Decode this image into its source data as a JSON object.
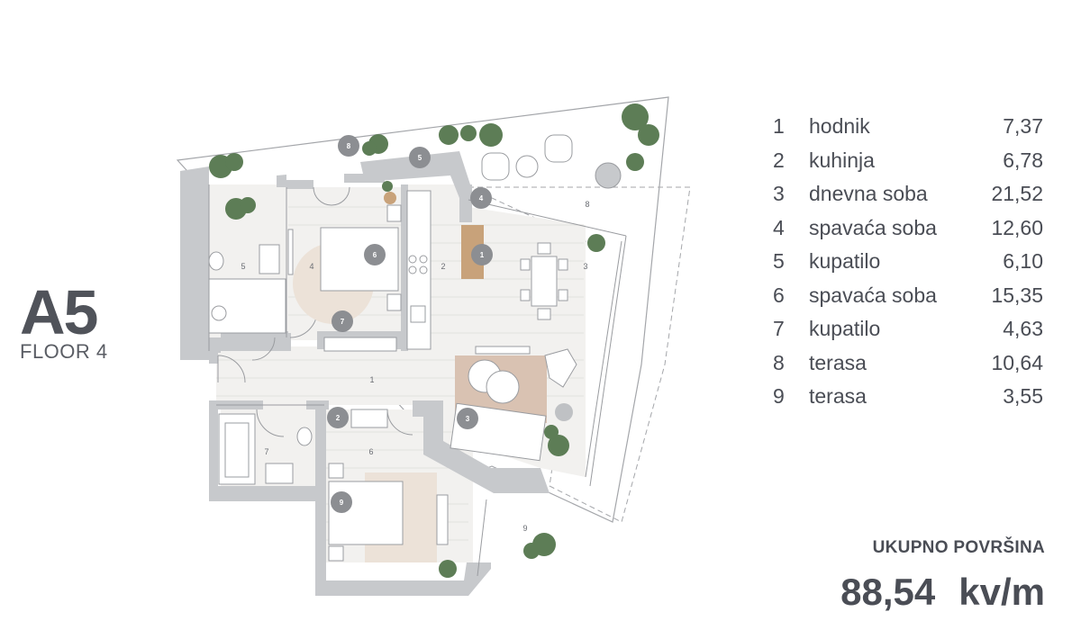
{
  "unit": {
    "code": "A5",
    "floor": "FLOOR 4"
  },
  "rooms": [
    {
      "num": "1",
      "name": "hodnik",
      "area": "7,37"
    },
    {
      "num": "2",
      "name": "kuhinja",
      "area": "6,78"
    },
    {
      "num": "3",
      "name": "dnevna soba",
      "area": "21,52"
    },
    {
      "num": "4",
      "name": "spavaća soba",
      "area": "12,60"
    },
    {
      "num": "5",
      "name": "kupatilo",
      "area": "6,10"
    },
    {
      "num": "6",
      "name": "spavaća soba",
      "area": "15,35"
    },
    {
      "num": "7",
      "name": "kupatilo",
      "area": "4,63"
    },
    {
      "num": "8",
      "name": "terasa",
      "area": "10,64"
    },
    {
      "num": "9",
      "name": "terasa",
      "area": "3,55"
    }
  ],
  "total": {
    "label": "UKUPNO POVRŠINA",
    "value": "88,54",
    "unit": "kv/m"
  },
  "plan": {
    "room_labels": [
      "1",
      "2",
      "3",
      "4",
      "5",
      "6",
      "7",
      "8",
      "9"
    ],
    "markers": [
      "1",
      "2",
      "3",
      "4",
      "5",
      "6",
      "7",
      "8",
      "9"
    ],
    "colors": {
      "wall": "#c7c9cc",
      "floor": "#f2f1ef",
      "marker": "#8c8e92",
      "plant": "#5d7d56",
      "rug": "#d9c2b2",
      "wood": "#c8a27a"
    }
  }
}
